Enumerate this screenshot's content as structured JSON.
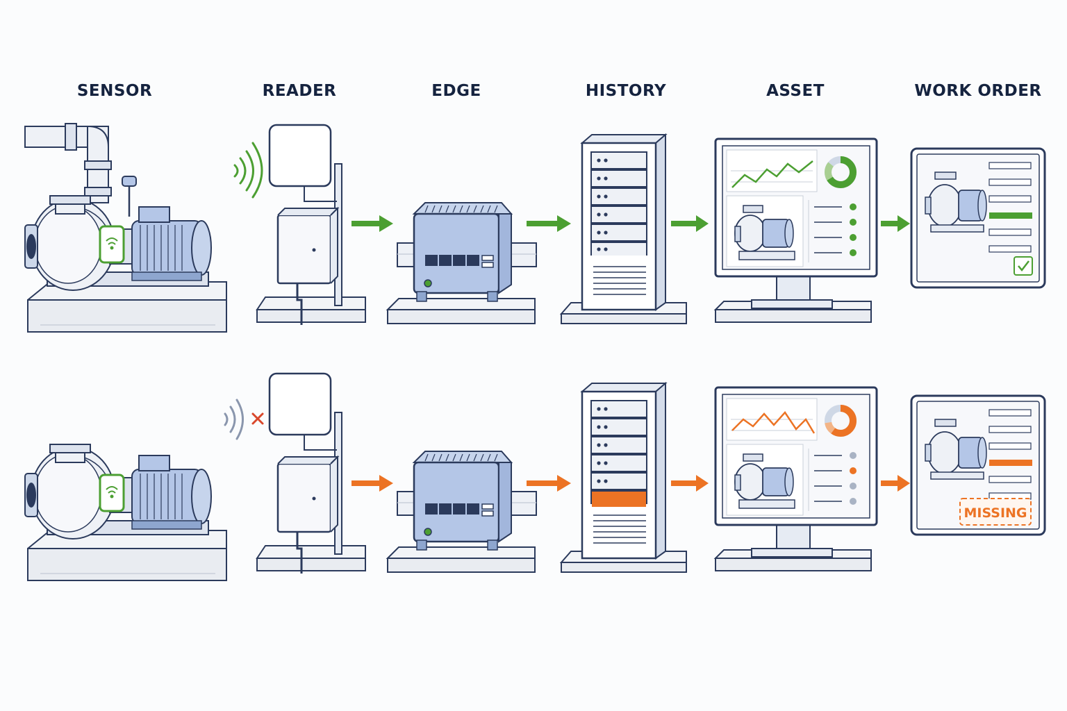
{
  "stages": [
    {
      "id": "sensor",
      "label": "SENSOR"
    },
    {
      "id": "reader",
      "label": "READER"
    },
    {
      "id": "edge",
      "label": "EDGE"
    },
    {
      "id": "history",
      "label": "HISTORY"
    },
    {
      "id": "asset",
      "label": "ASSET"
    },
    {
      "id": "work_order",
      "label": "WORK ORDER"
    }
  ],
  "rows": {
    "success": {
      "status": "ok",
      "signal": "received",
      "work_order_state": "complete"
    },
    "failure": {
      "status": "error",
      "signal": "blocked",
      "work_order_state": "missing",
      "work_order_badge": "MISSING"
    }
  },
  "colors": {
    "ok": "#4c9f32",
    "error": "#ec7324",
    "blocked_mark": "#d9472b",
    "outline": "#2b3a5c",
    "device_blue": "#b4c6e7",
    "device_light": "#e8edf6",
    "base": "#e9ecf1",
    "heading": "#15233f"
  },
  "icons": [
    "pump-icon",
    "sensor-tag-icon",
    "wifi-icon",
    "antenna-icon",
    "gateway-icon",
    "server-rack-icon",
    "monitor-icon",
    "work-order-icon",
    "checkmark-icon",
    "flow-arrow-icon"
  ]
}
